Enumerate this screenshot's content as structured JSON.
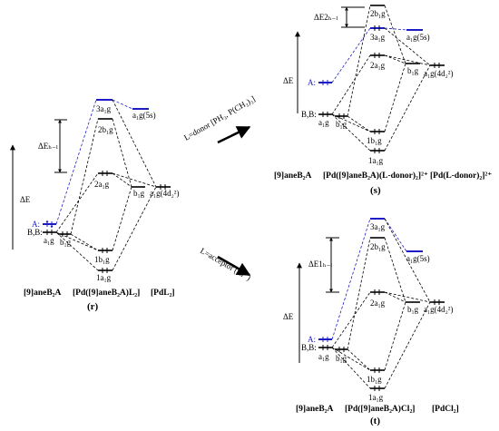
{
  "panels": {
    "r": {
      "id_label": "(r)",
      "columns": [
        "[9]aneB₂A",
        "[Pd([9]aneB₂A)L₂]",
        "[PdL₂]"
      ],
      "energy_axis_label": "ΔE",
      "gap_label": "ΔEₕ₋ₗ",
      "left_labels": {
        "A": "A:",
        "BB": "B,B:",
        "a1g": "a₁g",
        "b1g": "b₁g"
      },
      "mo_labels": {
        "3a1g": "3a₁g",
        "2b1g": "2b₁g",
        "2a1g": "2a₁g",
        "1b1g": "1b₁g",
        "1a1g": "1a₁g"
      },
      "right_labels": {
        "a1g_5s": "a₁g(5s)",
        "b1g": "b₁g",
        "a1g_4dz2": "a₁g(4d₂²)"
      }
    },
    "s": {
      "id_label": "(s)",
      "columns": [
        "[9]aneB₂A",
        "[Pd([9]aneB₂A)(L-donor)₂]²⁺",
        "[Pd(L-donor)₂]²⁺"
      ],
      "energy_axis_label": "ΔE",
      "gap_label": "ΔE2ₕ₋ₗ",
      "left_labels": {
        "A": "A:",
        "BB": "B,B:",
        "a1g": "a₁g",
        "b1g": "b₁g"
      },
      "mo_labels": {
        "3a1g": "3a₁g",
        "2b1g": "2b₁g",
        "2a1g": "2a₁g",
        "1b1g": "1b₁g",
        "1a1g": "1a₁g"
      },
      "right_labels": {
        "a1g_5s": "a₁g(5s)",
        "b1g": "b₁g",
        "a1g_4dz2": "a₁g(4d₂²)"
      }
    },
    "t": {
      "id_label": "(t)",
      "columns": [
        "[9]aneB₂A",
        "[Pd([9]aneB₂A)Cl₂]",
        "[PdCl₂]"
      ],
      "energy_axis_label": "ΔE",
      "gap_label": "ΔE1ₕ₋ₗ",
      "left_labels": {
        "A": "A:",
        "BB": "B,B:",
        "a1g": "a₁g",
        "b1g": "b₁g"
      },
      "mo_labels": {
        "3a1g": "3a₁g",
        "2b1g": "2b₁g",
        "2a1g": "2a₁g",
        "1b1g": "1b₁g",
        "1a1g": "1a₁g"
      },
      "right_labels": {
        "a1g_5s": "a₁g(5s)",
        "b1g": "b₁g",
        "a1g_4dz2": "a₁g(4d₂²)"
      }
    }
  },
  "arrows": {
    "donor_label": "L=donor [PH₃, P(CH₃)₃]",
    "acceptor_label": "L=acceptor (Cl⁻)"
  },
  "colors": {
    "level": "#000000",
    "highlight": "#1d1dc8"
  }
}
